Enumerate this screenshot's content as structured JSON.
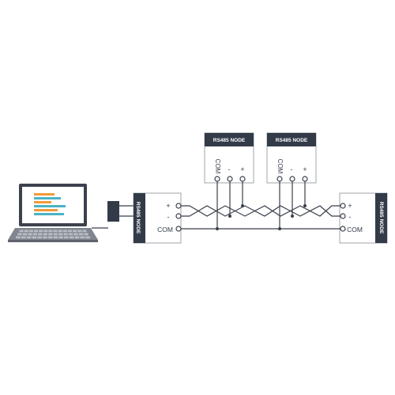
{
  "nodes": [
    {
      "title": "RS485 NODE",
      "terminals": [
        "COM",
        "-",
        "+"
      ]
    },
    {
      "title": "RS485 NODE",
      "terminals": [
        "COM",
        "-",
        "+"
      ]
    }
  ],
  "left_end": {
    "title": "RS485 NODE",
    "terminals": {
      "plus": "+",
      "minus": "-",
      "com": "COM"
    }
  },
  "right_end": {
    "title": "RS485 NODE",
    "terminals": {
      "plus": "+",
      "minus": "-",
      "com": "COM"
    }
  },
  "colors": {
    "node_dark": "#333b49",
    "wire": "#3a3f4a",
    "chart_orange": "#f39a3a",
    "chart_teal": "#4bb3c4",
    "laptop_body": "#7a7f88"
  }
}
